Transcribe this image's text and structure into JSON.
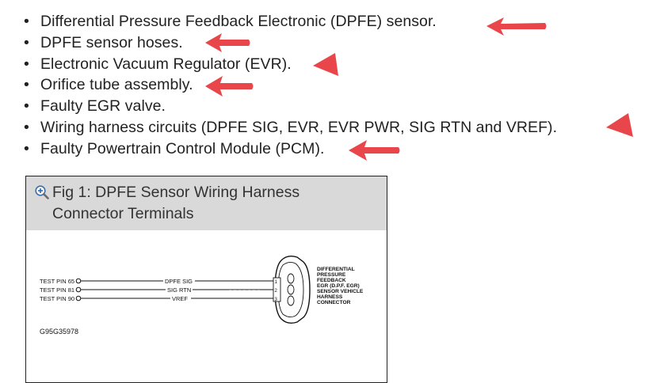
{
  "bullet_char": "•",
  "bullets": [
    "Differential Pressure Feedback Electronic (DPFE) sensor.",
    "DPFE sensor hoses.",
    "Electronic Vacuum Regulator (EVR).",
    "Orifice tube assembly.",
    "Faulty EGR valve.",
    "Wiring harness circuits (DPFE SIG, EVR, EVR PWR, SIG RTN and VREF).",
    "Faulty Powertrain Control Module (PCM)."
  ],
  "figure": {
    "title_line1": "Fig 1: DPFE Sensor Wiring Harness",
    "title_line2": "Connector Terminals",
    "icon": "zoom-in-icon",
    "test_pins": [
      "TEST PIN 65",
      "TEST PIN 81",
      "TEST PIN 90"
    ],
    "circuits": [
      "DPFE SIG",
      "SIG RTN",
      "VREF"
    ],
    "connector_label": [
      "DIFFERENTIAL",
      "PRESSURE",
      "FEEDBACK",
      "EGR (D.P.F. EGR)",
      "SENSOR VEHICLE",
      "HARNESS",
      "CONNECTOR"
    ],
    "pin_numbers": [
      "1",
      "2",
      "3"
    ],
    "diagram_code": "G95G35978"
  },
  "colors": {
    "text": "#222222",
    "arrow": "#e8464b",
    "figure_header": "#d9d9d9",
    "icon": "#3a6fb0"
  }
}
